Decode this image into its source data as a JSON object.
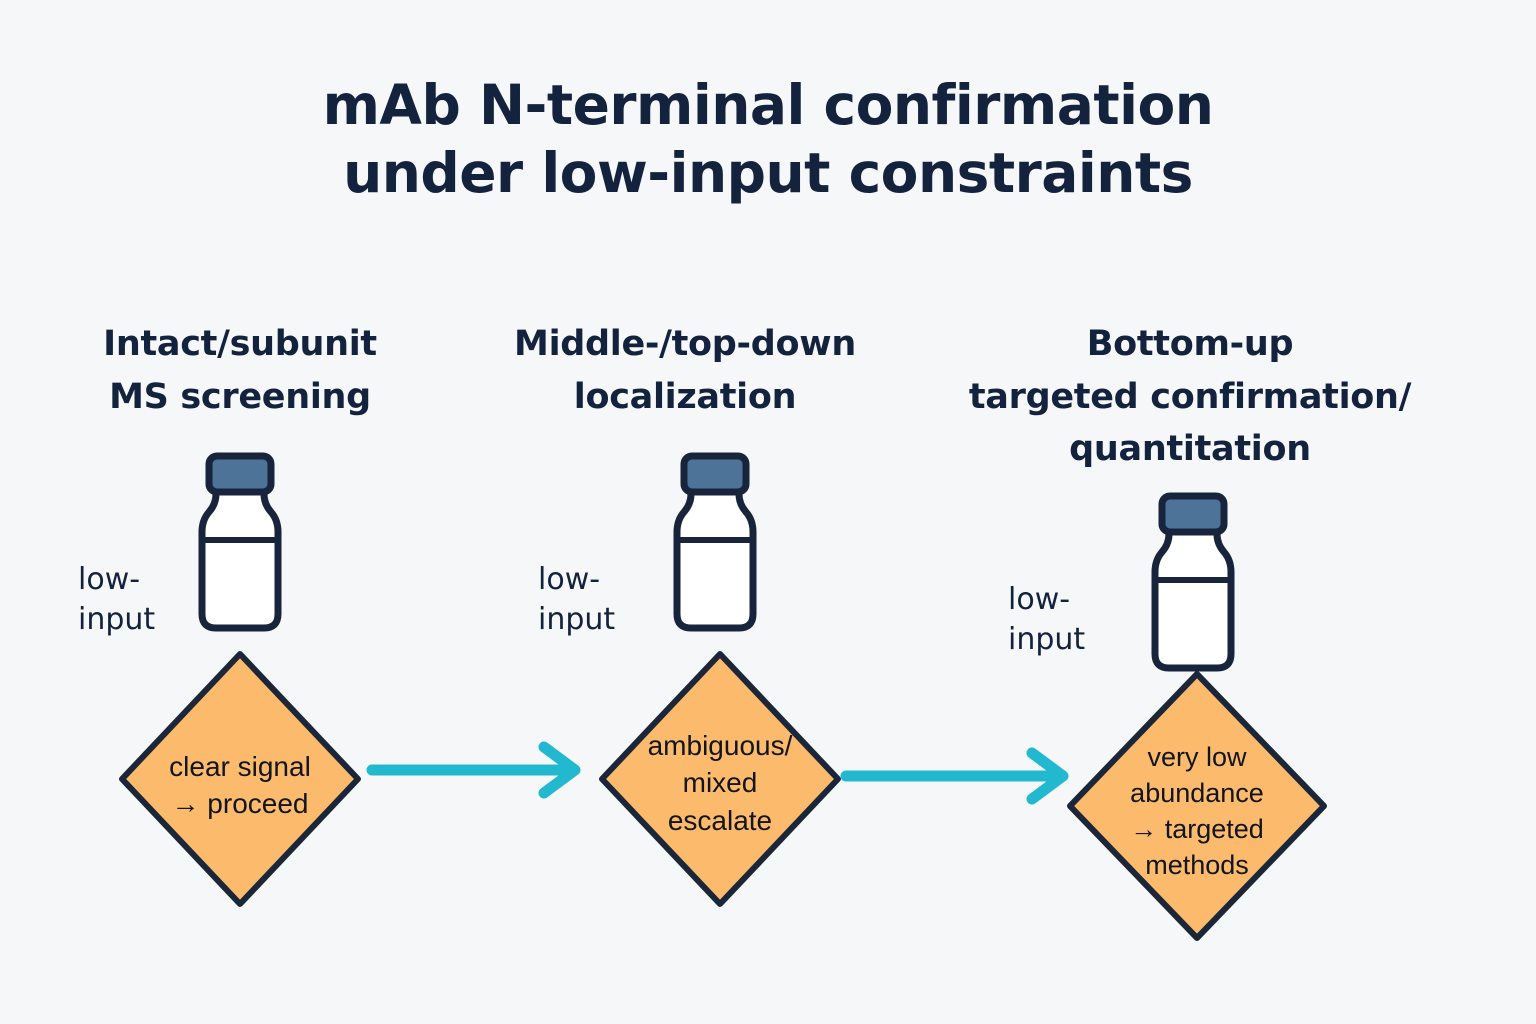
{
  "title": {
    "lines": [
      "mAb N-terminal confirmation",
      "under low-input constraints"
    ]
  },
  "colors": {
    "background": "#f6f7f8",
    "ink": "#14233d",
    "diamond_fill": "#fbba6c",
    "diamond_stroke": "#1b2638",
    "arrow": "#22b8cf",
    "vial_cap": "#4e7398",
    "vial_outline": "#17243c",
    "vial_body": "#ffffff"
  },
  "columns": [
    {
      "id": "col-intact-subunit",
      "header_lines": [
        "Intact/subunit",
        "MS screening"
      ],
      "sample": {
        "icon": "vial-icon",
        "label_lines": [
          "low-",
          "input"
        ]
      },
      "decision": {
        "id": "decision-clear-signal",
        "shape": "diamond",
        "text_lines": [
          "clear signal",
          "→ proceed"
        ]
      }
    },
    {
      "id": "col-middle-top-down",
      "header_lines": [
        "Middle-/top-down",
        "localization"
      ],
      "sample": {
        "icon": "vial-icon",
        "label_lines": [
          "low-",
          "input"
        ]
      },
      "decision": {
        "id": "decision-ambiguous-mixed",
        "shape": "diamond",
        "text_lines": [
          "ambiguous/",
          "mixed",
          "escalate"
        ]
      }
    },
    {
      "id": "col-bottom-up",
      "header_lines": [
        "Bottom-up",
        "targeted confirmation/",
        "quantitation"
      ],
      "sample": {
        "icon": "vial-icon",
        "label_lines": [
          "low-",
          "input"
        ]
      },
      "decision": {
        "id": "decision-very-low-abundance",
        "shape": "diamond",
        "text_lines": [
          "very low",
          "abundance",
          "→ targeted",
          "methods"
        ]
      }
    }
  ],
  "connectors": [
    {
      "id": "arrow-1",
      "from": "decision-clear-signal",
      "to": "decision-ambiguous-mixed",
      "style": "arrow-right"
    },
    {
      "id": "arrow-2",
      "from": "decision-ambiguous-mixed",
      "to": "decision-very-low-abundance",
      "style": "arrow-right"
    }
  ]
}
